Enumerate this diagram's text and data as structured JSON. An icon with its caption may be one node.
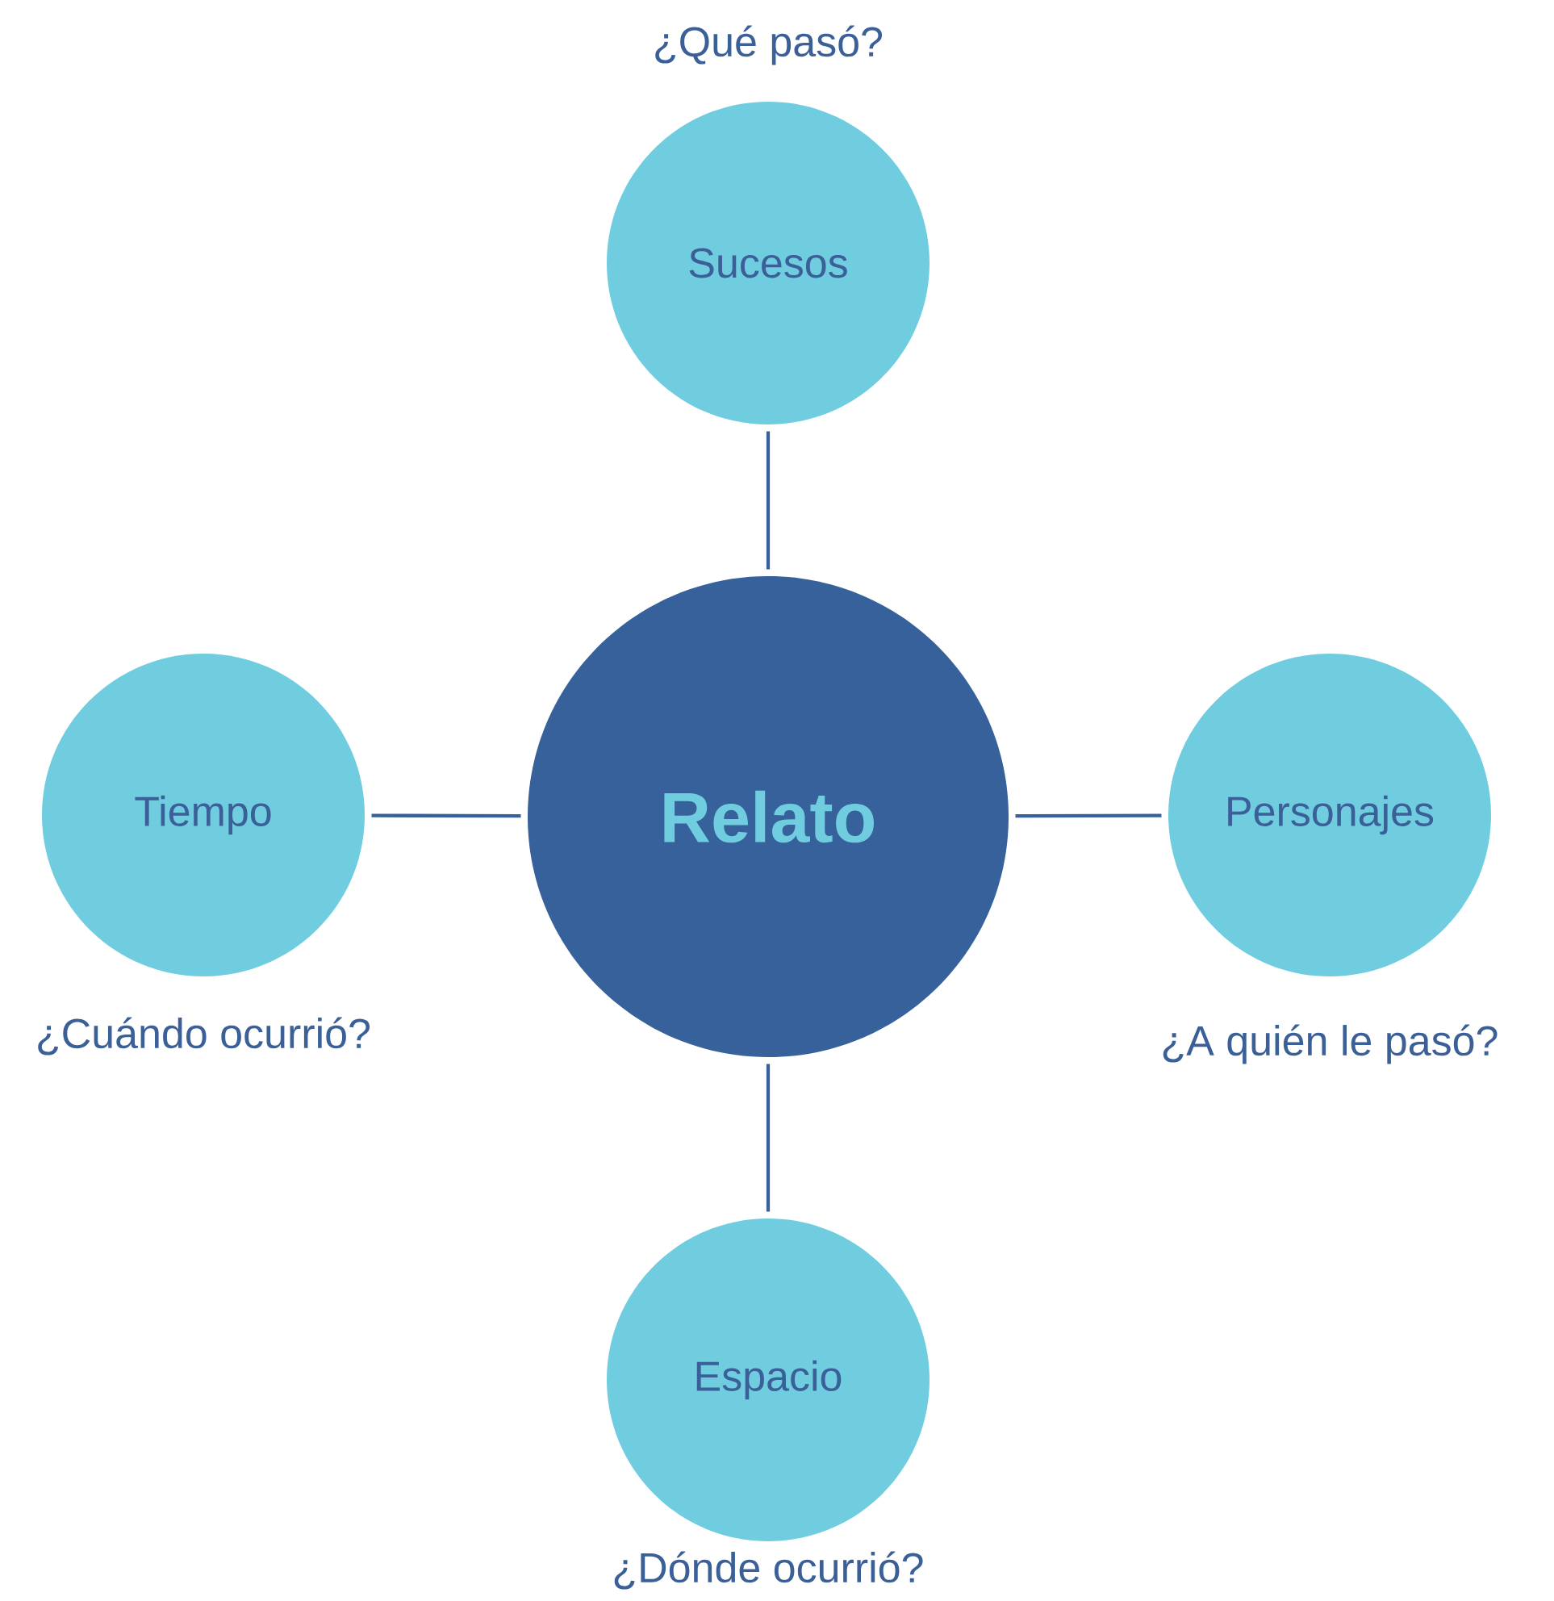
{
  "diagram": {
    "nodes": [
      {
        "text": [
          "Relato"
        ]
      },
      {
        "text": [
          "Sucesos"
        ],
        "beside": [
          "¿Qué pasó?"
        ]
      },
      {
        "text": [
          "Tiempo"
        ],
        "beside": [
          "¿Cuándo ocurrió?"
        ]
      },
      {
        "text": [
          "Personajes"
        ],
        "beside": [
          "¿A quién le pasó?"
        ]
      },
      {
        "text": [
          "Espacio"
        ],
        "beside": [
          "¿Dónde ocurrió?"
        ]
      }
    ],
    "edges": [
      {
        "from": 0,
        "to": 1,
        "arrow": "none"
      },
      {
        "from": 0,
        "to": 2,
        "arrow": "none"
      },
      {
        "from": 0,
        "to": 3,
        "arrow": "none"
      },
      {
        "from": 0,
        "to": 4,
        "arrow": "none"
      }
    ]
  }
}
